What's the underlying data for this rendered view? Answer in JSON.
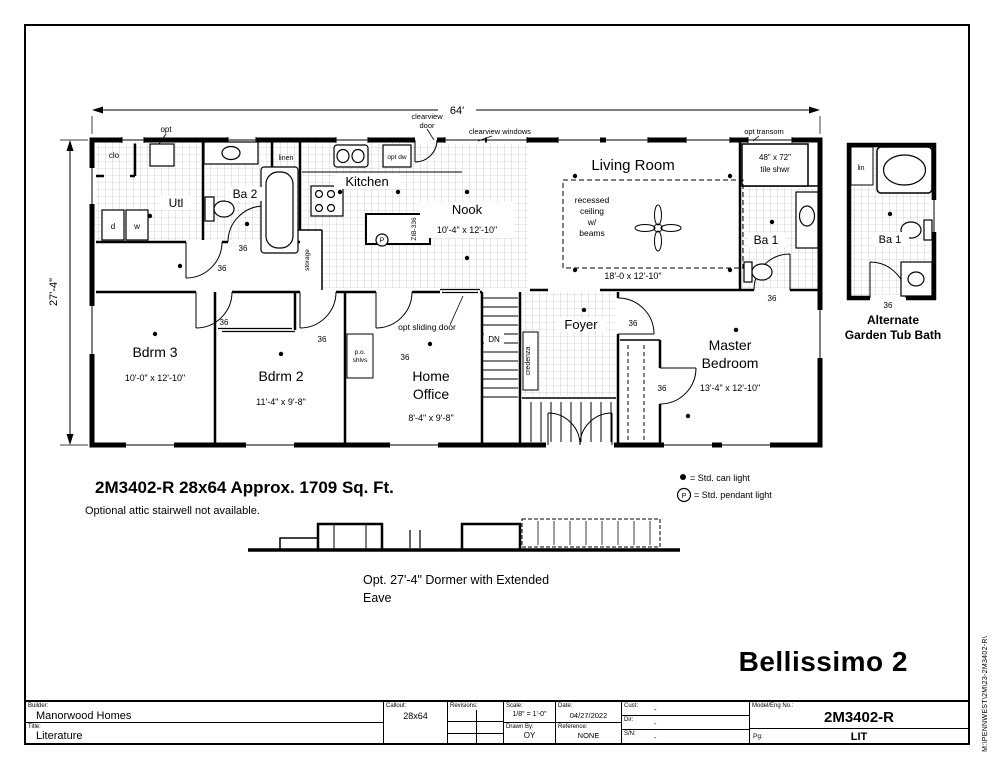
{
  "page": {
    "side_note": "M:\\PENNWEST\\2M\\23-2M3402-R\\"
  },
  "model_name": "Bellissimo 2",
  "summary": {
    "headline": "2M3402-R 28x64  Approx. 1709 Sq. Ft.",
    "note": "Optional attic stairwell not available."
  },
  "legend": {
    "can_light": "= Std. can light",
    "pendant_light": "= Std. pendant light",
    "pendant_symbol": "P"
  },
  "dormer": {
    "caption_line1": "Opt. 27'-4\" Dormer with Extended",
    "caption_line2": "Eave"
  },
  "plan": {
    "dim_width": "64'",
    "dim_depth": "27'-4\"",
    "door_size": "36",
    "labels": {
      "opt": "opt",
      "clo": "clo",
      "linen": "linen",
      "lin": "lin",
      "clearview_door_1": "clearview",
      "clearview_door_2": "door",
      "clearview_windows": "clearview windows",
      "opt_transom": "opt transom",
      "opt_dw": "opt dw",
      "tile_shwr_1": "48\" x 72\"",
      "tile_shwr_2": "tile shwr",
      "recessed_1": "recessed",
      "recessed_2": "ceiling",
      "recessed_3": "w/",
      "recessed_4": "beams",
      "opt_sliding_door": "opt sliding door",
      "dn": "DN",
      "credenza": "credenza",
      "storage": "storage",
      "island_code": "ZIB-336",
      "po_shlvs_1": "p.o.",
      "po_shlvs_2": "shlvs",
      "washer": "w",
      "dryer": "d"
    },
    "rooms": {
      "living": {
        "name": "Living Room",
        "dim": "18'-0 x 12'-10\""
      },
      "kitchen": {
        "name": "Kitchen"
      },
      "nook": {
        "name": "Nook",
        "dim": "10'-4\" x 12'-10\""
      },
      "ba2": {
        "name": "Ba 2"
      },
      "utl": {
        "name": "Utl"
      },
      "ba1": {
        "name": "Ba 1"
      },
      "foyer": {
        "name": "Foyer"
      },
      "bdrm3": {
        "name": "Bdrm 3",
        "dim": "10'-0\" x 12'-10\""
      },
      "bdrm2": {
        "name": "Bdrm 2",
        "dim": "11'-4\" x 9'-8\""
      },
      "office": {
        "name_1": "Home",
        "name_2": "Office",
        "dim": "8'-4\" x 9'-8\""
      },
      "master": {
        "name_1": "Master",
        "name_2": "Bedroom",
        "dim": "13'-4\" x 12'-10\""
      },
      "alt_ba1": {
        "name": "Ba 1"
      },
      "alt_caption_1": "Alternate",
      "alt_caption_2": "Garden Tub Bath"
    }
  },
  "titleblock": {
    "builder_label": "Builder:",
    "builder": "Manorwood Homes",
    "title_label": "Title:",
    "title": "Literature",
    "callout_label": "Callout:",
    "callout": "28x64",
    "revisions_label": "Revisions:",
    "scale_label": "Scale:",
    "scale": "1/8\" = 1'-0\"",
    "drawn_label": "Drawn By:",
    "drawn_by": "OY",
    "date_label": "Date:",
    "date": "04/27/2022",
    "reference_label": "Reference:",
    "reference": "NONE",
    "cust_label": "Cust:",
    "cust": "-",
    "dir_label": "Dir:",
    "dir": "-",
    "sn_label": "S/N:",
    "sn": "-",
    "model_label": "Model/Eng No.:",
    "model": "2M3402-R",
    "lit": "LIT",
    "pg_label": "Pg:"
  }
}
